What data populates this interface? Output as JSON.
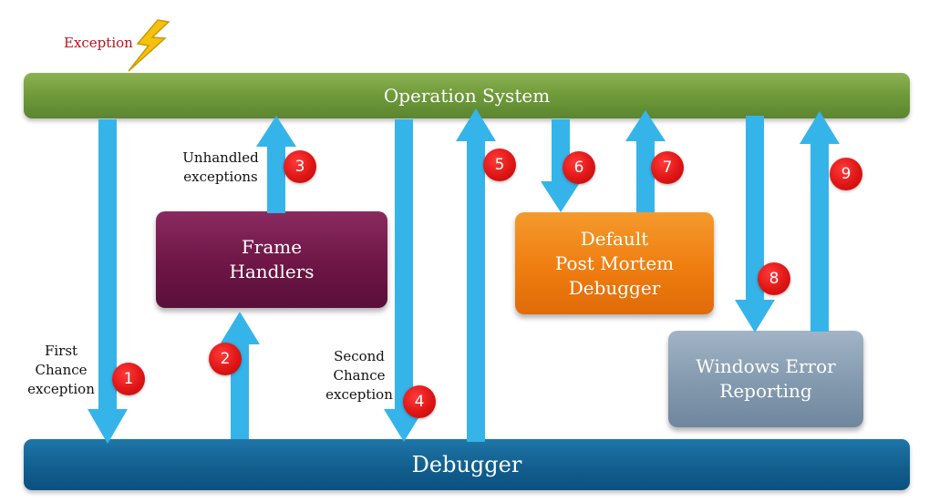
{
  "exception_label": "Exception",
  "os_bar": "Operation System",
  "debugger_bar": "Debugger",
  "boxes": {
    "frame_handlers": "Frame\nHandlers",
    "post_mortem": "Default\nPost Mortem\nDebugger",
    "wer": "Windows Error\nReporting"
  },
  "labels": {
    "first_chance": "First\nChance\nexception",
    "unhandled": "Unhandled\nexceptions",
    "second_chance": "Second\nChance\nexception"
  },
  "steps": [
    "1",
    "2",
    "3",
    "4",
    "5",
    "6",
    "7",
    "8",
    "9"
  ],
  "colors": {
    "arrow": "#35b4ea",
    "badge": "#e01515",
    "os_bar": "#6f9a3a",
    "debugger_bar": "#115f8e",
    "frame_handlers": "#6e1646",
    "post_mortem": "#ef7d10",
    "wer": "#8399ae"
  }
}
